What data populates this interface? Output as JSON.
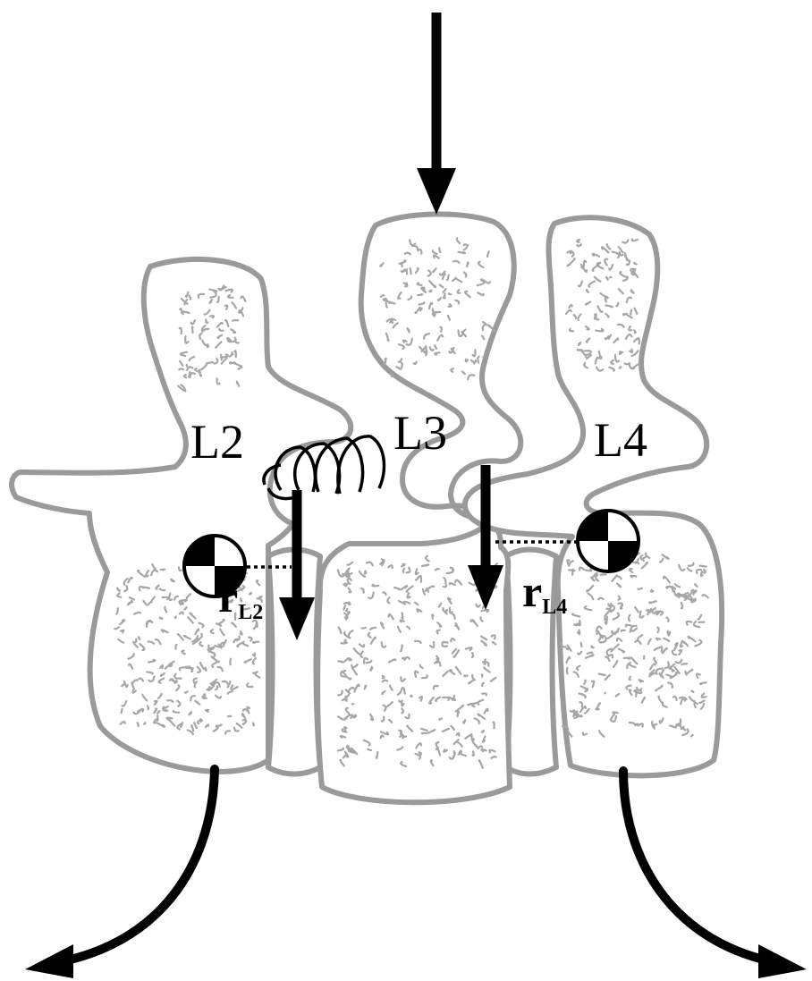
{
  "diagram": {
    "vertebrae": [
      {
        "id": "l2",
        "label": "L2"
      },
      {
        "id": "l3",
        "label": "L3"
      },
      {
        "id": "l4",
        "label": "L4"
      }
    ],
    "moment_arms": [
      {
        "id": "r-l2",
        "symbol": "r",
        "subscript": "L2"
      },
      {
        "id": "r-l4",
        "symbol": "r",
        "subscript": "L4"
      }
    ],
    "colors": {
      "bone_outline": "#9a9a9a",
      "cancellous_texture": "#a6a6a6",
      "ink": "#000000",
      "background": "#ffffff"
    }
  }
}
